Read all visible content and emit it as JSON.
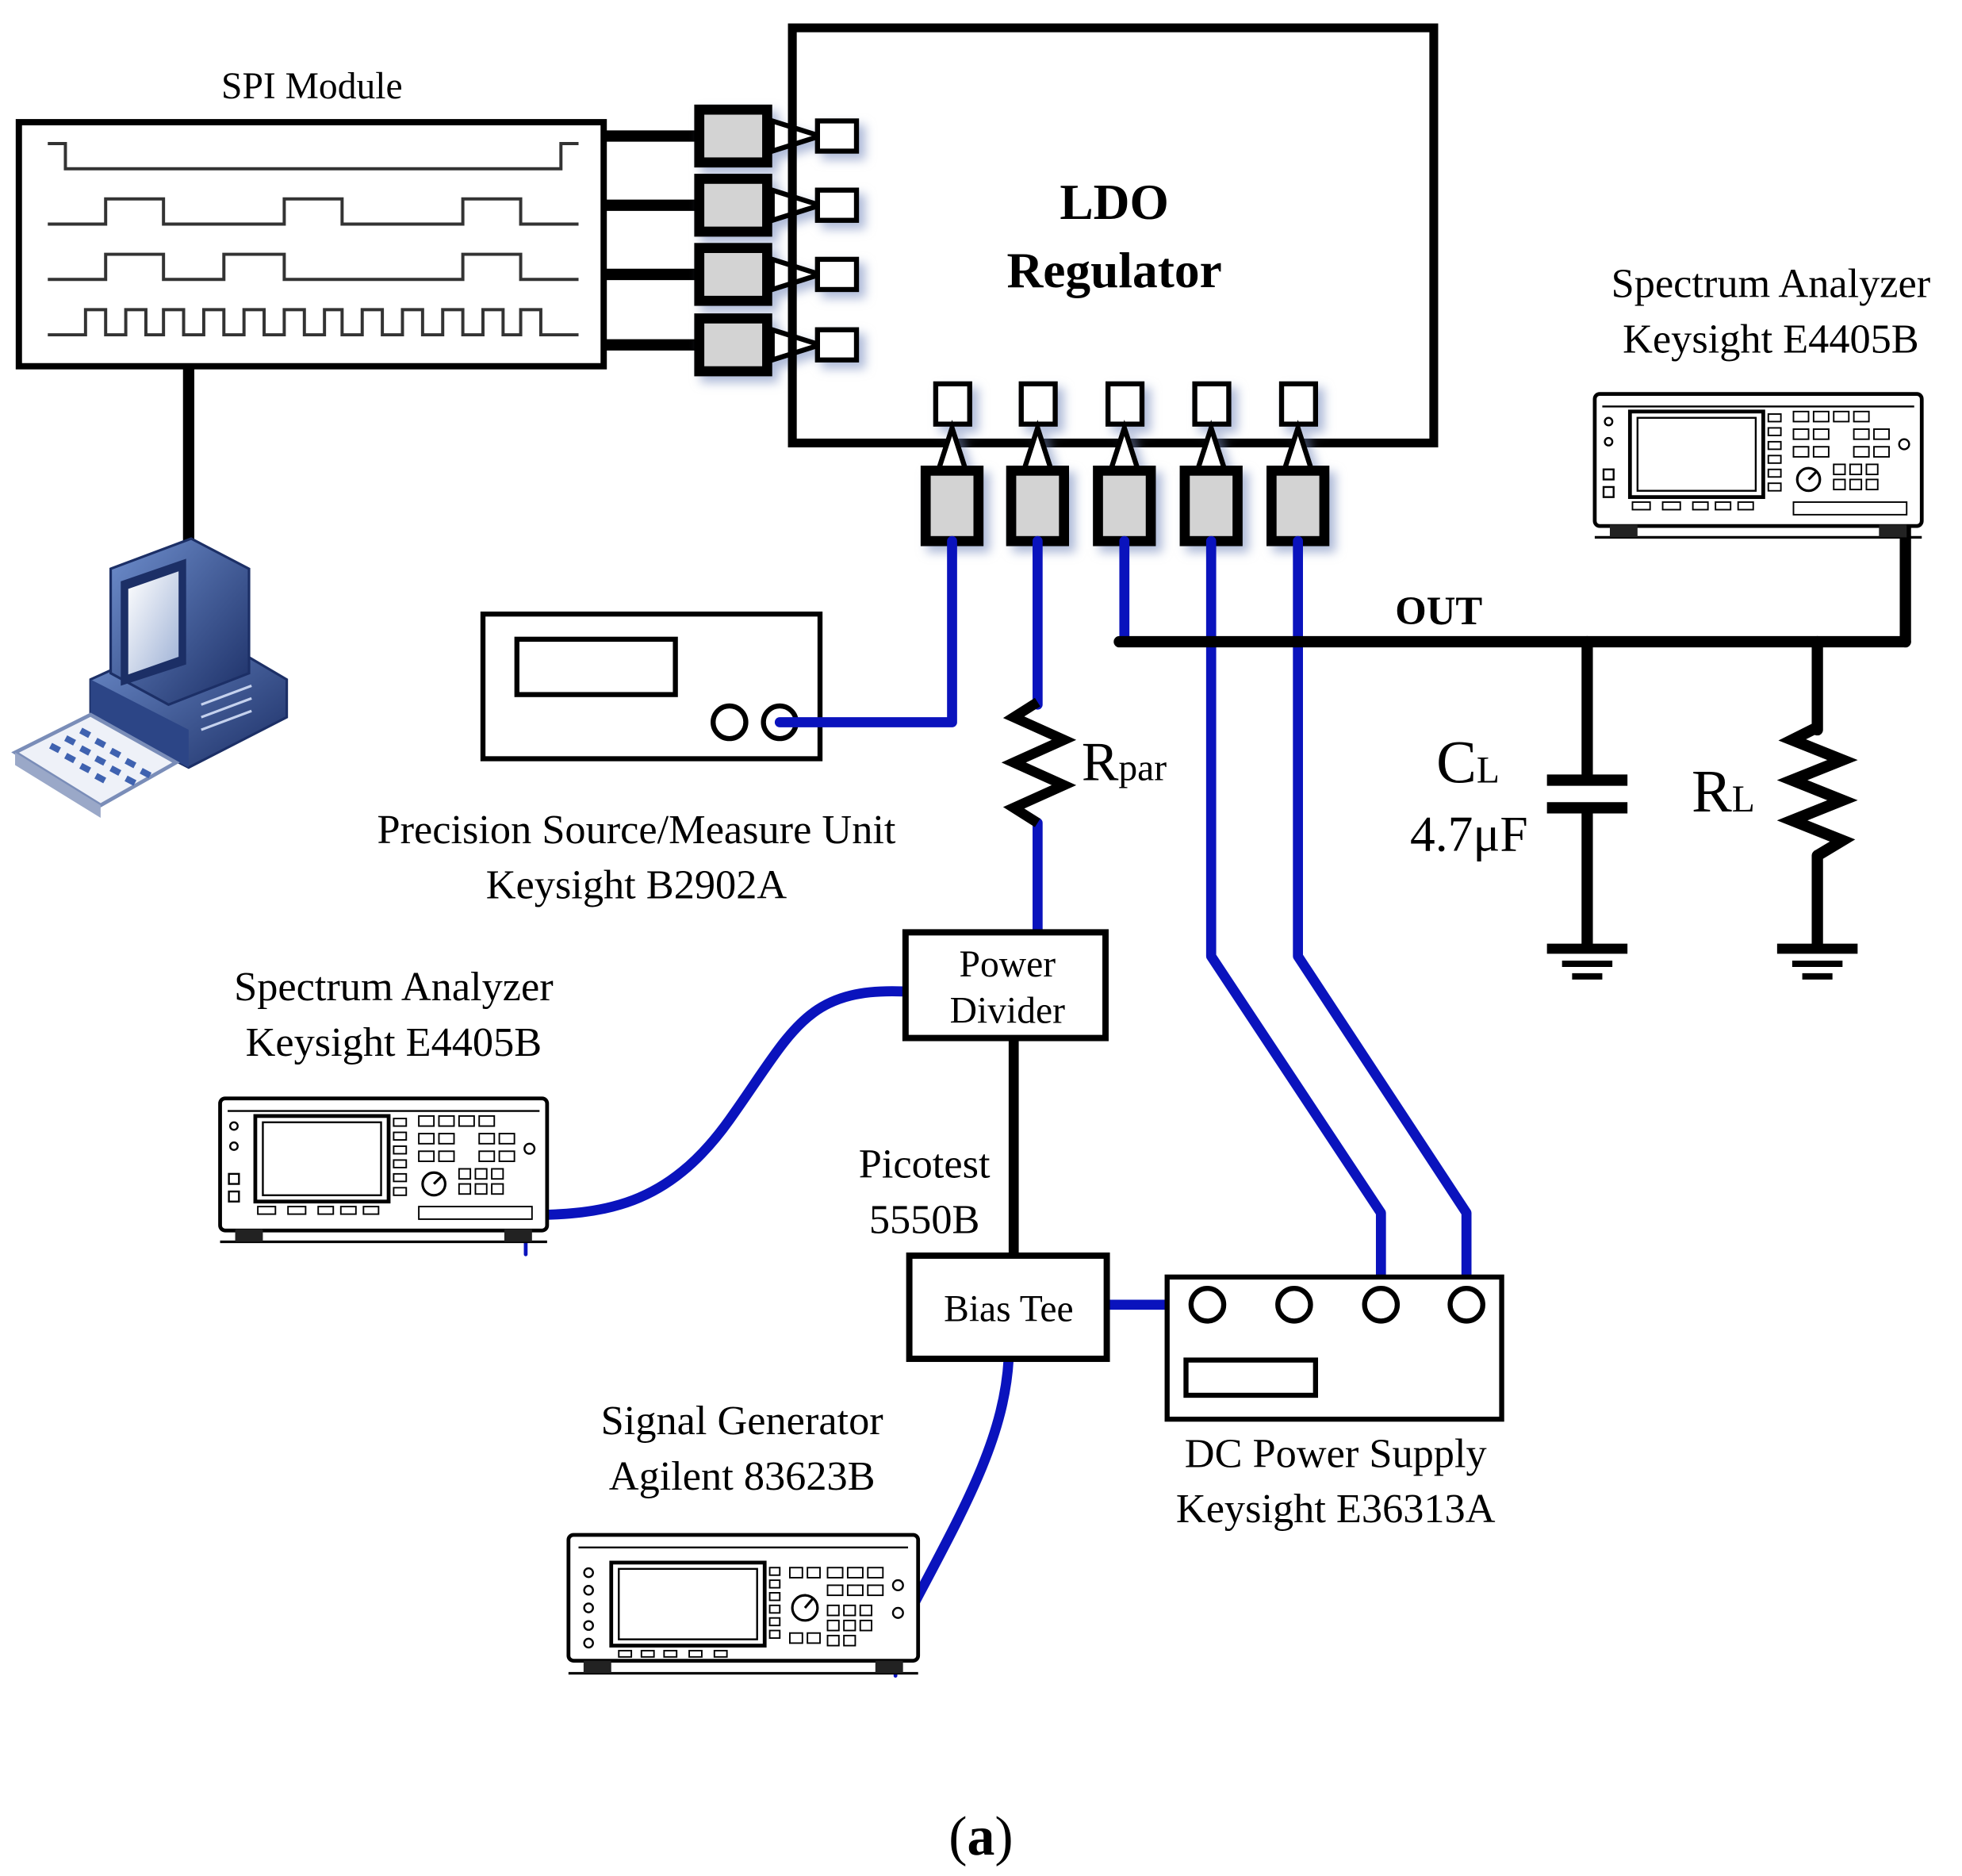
{
  "labels": {
    "spi_module": "SPI Module",
    "ldo_line1": "LDO",
    "ldo_line2": "Regulator",
    "spectrum_analyzer_right_line1": "Spectrum Analyzer",
    "spectrum_analyzer_right_line2": "Keysight E4405B",
    "out": "OUT",
    "cl_name": "C",
    "cl_sub": "L",
    "cl_value": "4.7μF",
    "rl_name": "R",
    "rl_sub": "L",
    "rpar_name": "R",
    "rpar_sub": "par",
    "smu_line1": "Precision Source/Measure Unit",
    "smu_line2": "Keysight B2902A",
    "power_divider_line1": "Power",
    "power_divider_line2": "Divider",
    "spectrum_analyzer_left_line1": "Spectrum Analyzer",
    "spectrum_analyzer_left_line2": "Keysight E4405B",
    "picotest_line1": "Picotest",
    "picotest_line2": "5550B",
    "bias_tee": "Bias Tee",
    "signal_generator_line1": "Signal Generator",
    "signal_generator_line2": "Agilent 83623B",
    "dc_supply_line1": "DC Power Supply",
    "dc_supply_line2": "Keysight E36313A",
    "caption": "(a)"
  },
  "colors": {
    "wire_blue": "#0a13bd",
    "wire_black": "#000000",
    "pad_fill": "#d3d3d3",
    "computer_blue": "#3b5ea8"
  },
  "icons": [
    "computer-icon",
    "spectrum-analyzer-icon",
    "signal-generator-icon",
    "resistor-icon",
    "capacitor-icon",
    "ground-icon"
  ]
}
